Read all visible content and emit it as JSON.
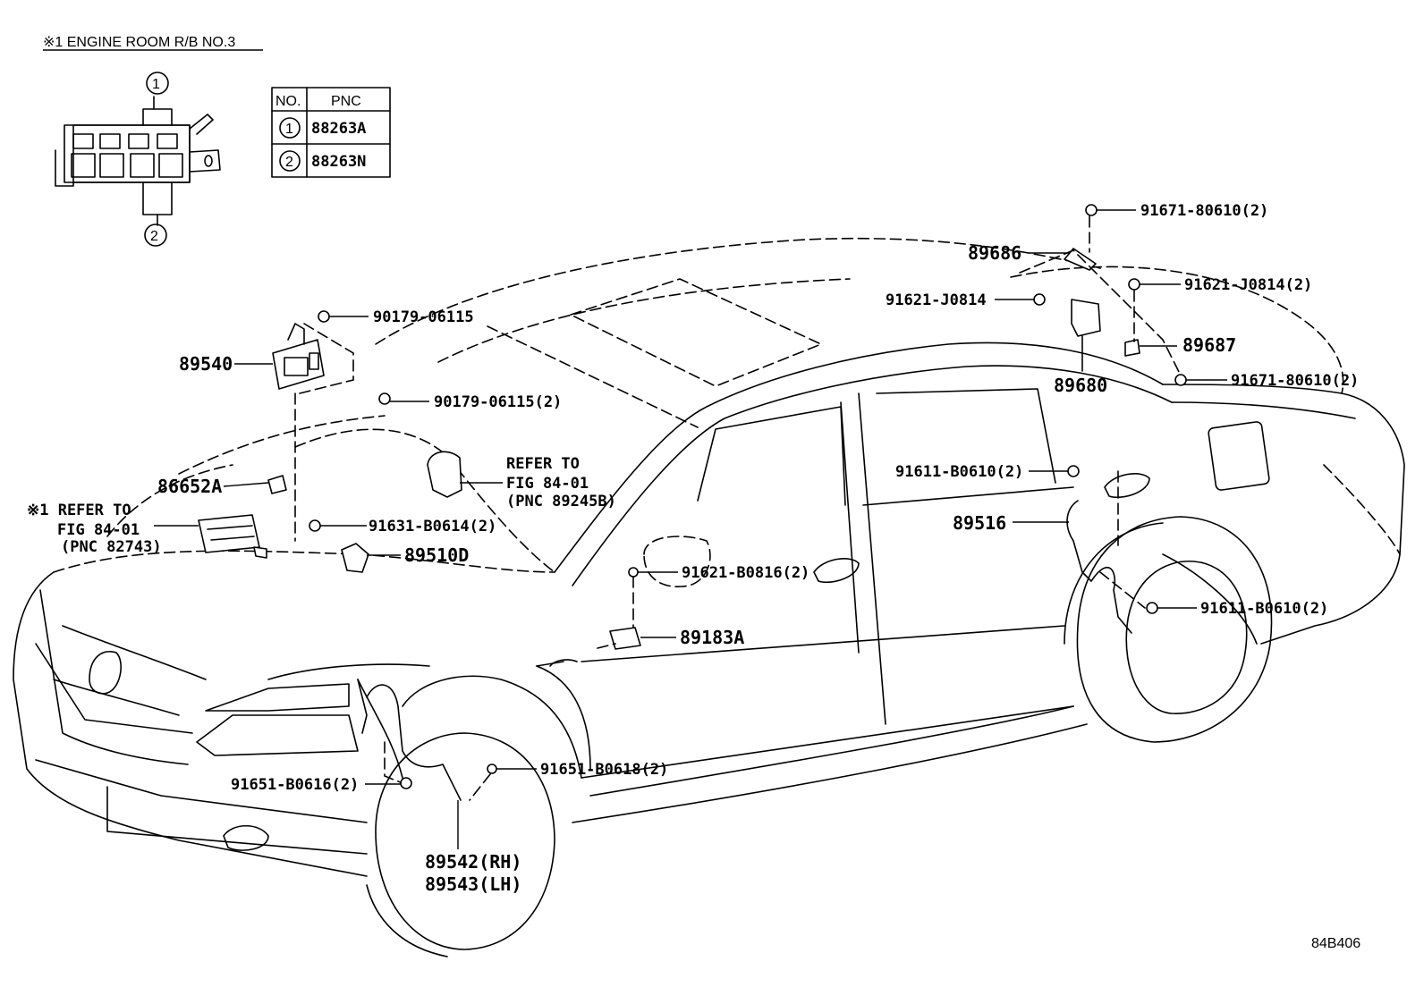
{
  "relay_block": {
    "title": "※1 ENGINE ROOM R/B NO.3",
    "callout_1": "1",
    "callout_2": "2"
  },
  "pnc_table": {
    "header_no": "NO.",
    "header_pnc": "PNC",
    "rows": [
      {
        "no": "1",
        "pnc": "88263A"
      },
      {
        "no": "2",
        "pnc": "88263N"
      }
    ]
  },
  "labels": {
    "p89540": "89540",
    "p90179_06115": "90179-06115",
    "p90179_06115_2": "90179-06115(2)",
    "p86652A": "86652A",
    "ref1_line1": "※1 REFER TO",
    "ref1_line2": "FIG 84-01",
    "ref1_line3": "(PNC 82743)",
    "ref2_line1": "REFER TO",
    "ref2_line2": "FIG 84-01",
    "ref2_line3": "(PNC 89245B)",
    "p91631_B0614": "91631-B0614(2)",
    "p89510D": "89510D",
    "p91621_B0816": "91621-B0816(2)",
    "p89183A": "89183A",
    "p91651_B0616": "91651-B0616(2)",
    "p91651_B0618": "91651-B0618(2)",
    "p89542": "89542(RH)",
    "p89543": "89543(LH)",
    "p91671_80610_top": "91671-80610(2)",
    "p89686": "89686",
    "p91621_J0814_left": "91621-J0814",
    "p91621_J0814_right": "91621-J0814(2)",
    "p89687": "89687",
    "p89680": "89680",
    "p91671_80610_right": "91671-80610(2)",
    "p91611_B0610_upper": "91611-B0610(2)",
    "p89516": "89516",
    "p91611_B0610_lower": "91611-B0610(2)",
    "figure_code": "84B406"
  }
}
